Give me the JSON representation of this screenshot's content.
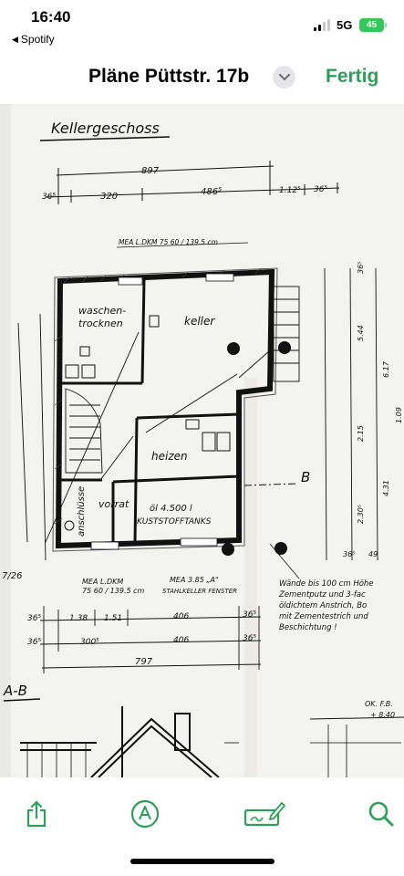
{
  "status_bar": {
    "time": "16:40",
    "back_app": "Spotify",
    "network": "5G",
    "battery": "45"
  },
  "nav": {
    "title": "Pläne Püttstr. 17b",
    "done_label": "Fertig"
  },
  "plan": {
    "heading": "Kellergeschoss",
    "dim_total_top": "897",
    "dim_320": "320",
    "dim_486": "486⁵",
    "dim_365_left": "36⁵",
    "dim_1125": "1.12⁵",
    "dim_365_right": "36⁵",
    "mea_top": "MEA L.DKM 75 60 / 139.5 cm",
    "room_waschen": "waschen-",
    "room_trocknen": "trocknen",
    "room_keller": "keller",
    "room_heizen": "heizen",
    "room_vorrat": "vorrat",
    "room_oel": "öl 4.500 l",
    "room_tanks": "KUSTSTOFFTANKS",
    "room_anschluesse": "anschlüsse",
    "label_b": "B",
    "label_ab": "A-B",
    "left_dim": "7/26",
    "mea_bottom": "MEA L.DKM",
    "mea_bottom2": "75 60 / 139.5 cm",
    "mea_window": "MEA 3.85 „A\"",
    "stahl": "STAHLKELLER FENSTER",
    "dim_row1": [
      "36⁵",
      "1.38",
      "1.51",
      "406",
      "36⁵"
    ],
    "dim_row2": [
      "36⁵",
      "300⁵",
      "406",
      "36⁵"
    ],
    "dim_total_bottom": "797",
    "note_lines": [
      "Wände bis 100 cm Höhe",
      "Zementputz und 3-fac",
      "öldichtem Anstrich, Bo",
      "mit Zementestrich und",
      "Beschichtung !"
    ],
    "right_dims": [
      "36⁵",
      "5.44",
      "6.17",
      "1.09",
      "2.15",
      "4.31",
      "2.30⁵",
      "36⁵",
      "49"
    ],
    "right_note": "OK. F.B.",
    "right_note2": "+ 8.40"
  },
  "toolbar": {
    "share": "share-icon",
    "markup": "markup-pen-icon",
    "signature": "signature-icon",
    "search": "search-icon"
  },
  "colors": {
    "accent": "#2e9e5b",
    "battery": "#34c759"
  }
}
